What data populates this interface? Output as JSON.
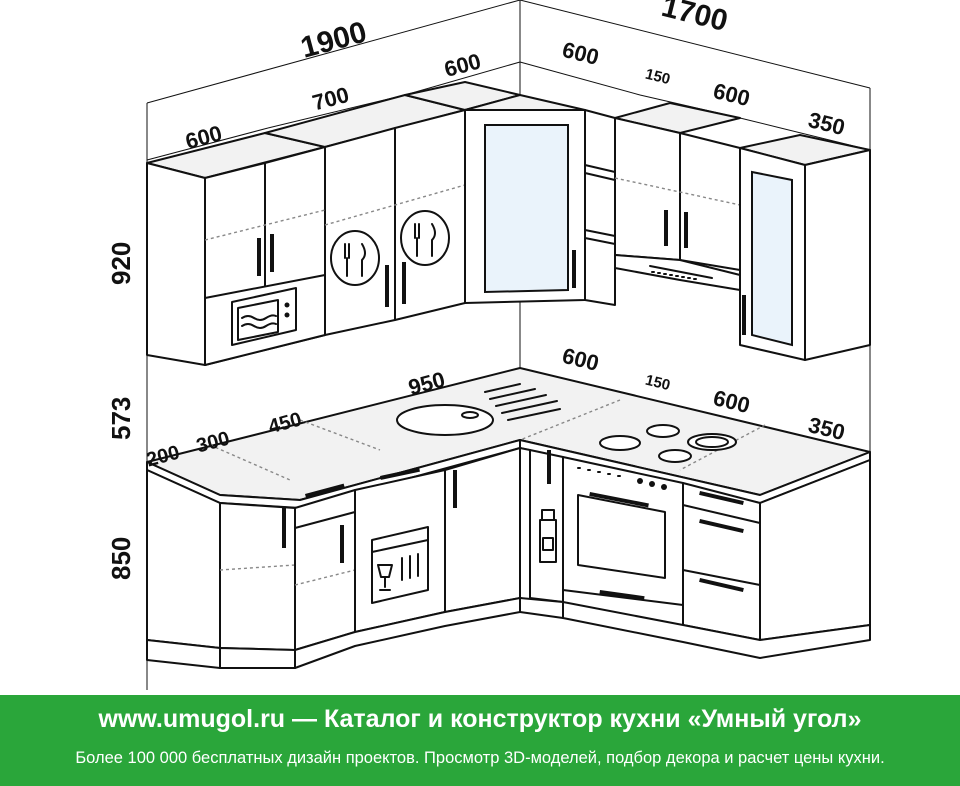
{
  "dimensions": {
    "total_left": "1900",
    "total_right": "1700",
    "upper_left_1": "600",
    "upper_left_2": "700",
    "upper_left_3": "600",
    "upper_right_1": "600",
    "upper_right_2": "150",
    "upper_right_3": "600",
    "upper_right_4": "350",
    "upper_height": "920",
    "gap_height": "573",
    "base_height": "850",
    "base_left_1": "200",
    "base_left_2": "300",
    "base_left_3": "450",
    "base_left_4": "950",
    "base_right_1": "600",
    "base_right_2": "150",
    "base_right_3": "600",
    "base_right_4": "350"
  },
  "icons": [
    "microwave-icon",
    "plate-cutlery-icon",
    "plate-cutlery-icon",
    "range-hood-icon",
    "sink-icon",
    "cooktop-icon",
    "oven-icon",
    "dishwasher-icon",
    "bottle-icon"
  ],
  "colors": {
    "banner": "#2aa63a",
    "banner_text": "#ffffff"
  },
  "banner": {
    "title": "www.umugol.ru — Каталог и конструктор кухни «Умный угол»",
    "subtitle": "Более 100 000 бесплатных дизайн проектов. Просмотр 3D-моделей, подбор декора и расчет цены кухни."
  }
}
